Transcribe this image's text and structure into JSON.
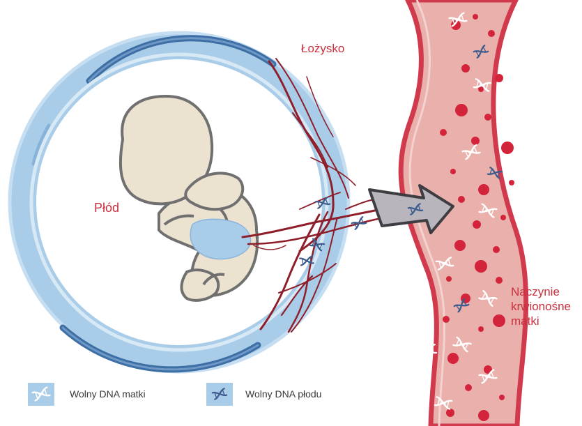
{
  "labels": {
    "placenta": "Łożysko",
    "fetus": "Płód",
    "vessel_line1": "Naczynie",
    "vessel_line2": "krwionośne",
    "vessel_line3": "matki"
  },
  "legend": {
    "maternal_dna": "Wolny DNA matki",
    "fetal_dna": "Wolny DNA płodu"
  },
  "colors": {
    "amniotic_ring": "#a9cce8",
    "amniotic_dark": "#3d6fa5",
    "vessel_fill": "#eab0ac",
    "vessel_wall": "#d13a4c",
    "blood_vessels": "#8e1f2a",
    "blood_cells": "#d3243c",
    "fetus_fill": "#ece2d0",
    "arrow_fill": "#b9b5bc",
    "maternal_dna_icon": "#ffffff",
    "fetal_dna_icon": "#3d5b8c"
  }
}
